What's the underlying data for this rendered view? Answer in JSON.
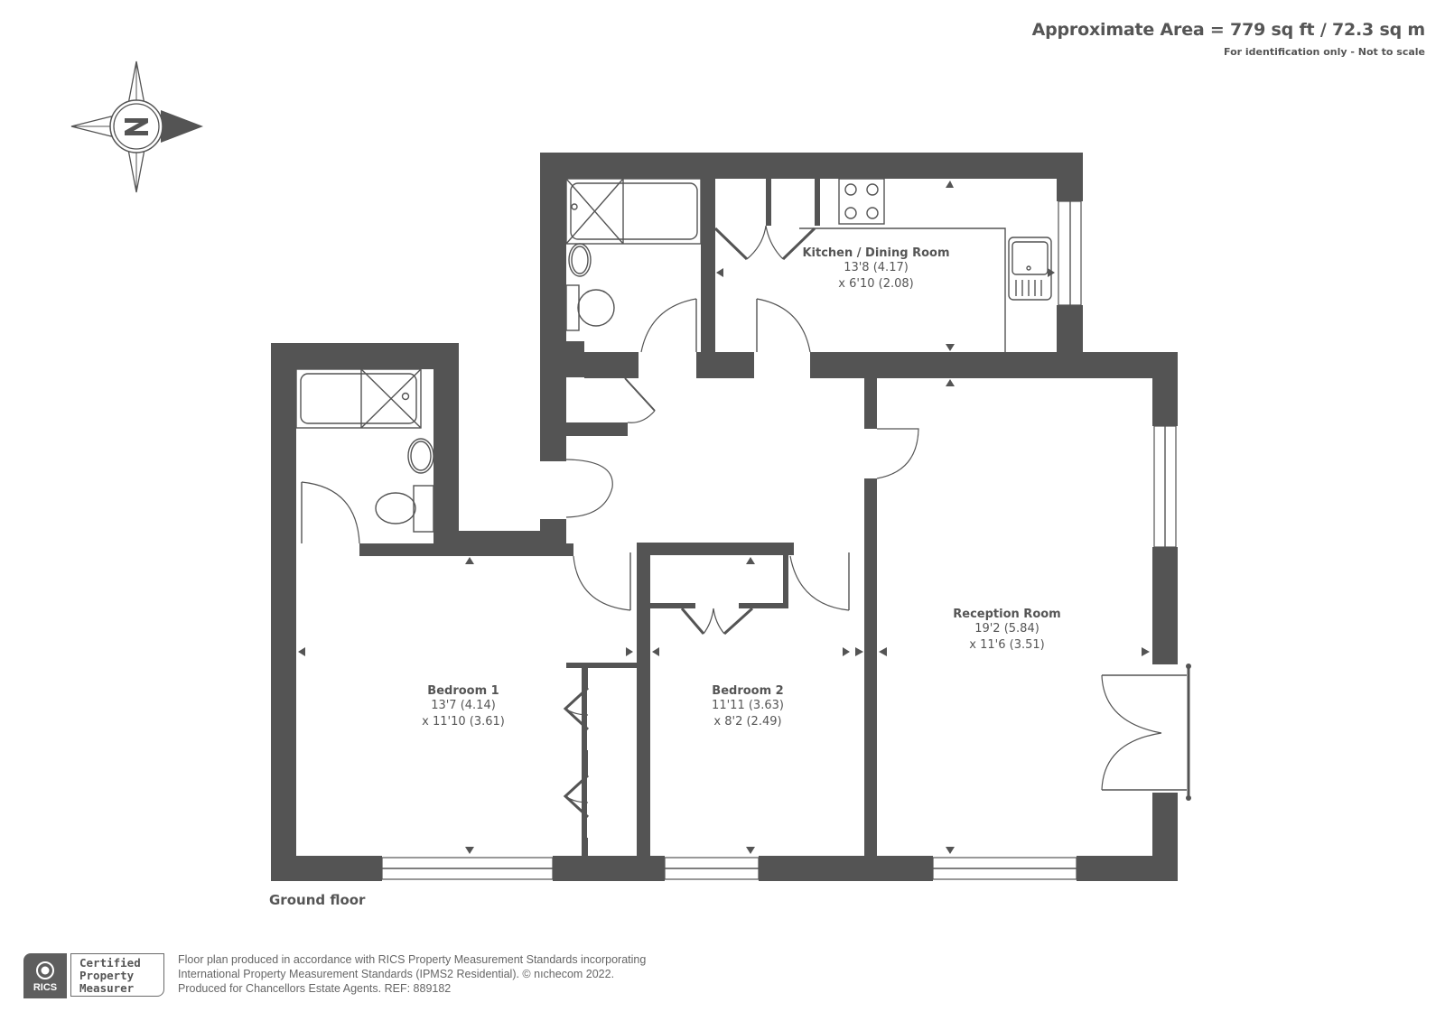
{
  "header": {
    "area": "Approximate Area = 779 sq ft / 72.3 sq m",
    "note": "For identification only - Not to scale"
  },
  "compass": {
    "letter": "N",
    "icon": "compass-rose-icon",
    "pointer_direction": "east"
  },
  "rooms": [
    {
      "name": "Kitchen / Dining Room",
      "dim1": "13'8 (4.17)",
      "dim2": "x 6'10 (2.08)"
    },
    {
      "name": "Bedroom 1",
      "dim1": "13'7 (4.14)",
      "dim2": "x 11'10 (3.61)"
    },
    {
      "name": "Bedroom 2",
      "dim1": "11'11 (3.63)",
      "dim2": "x 8'2 (2.49)"
    },
    {
      "name": "Reception Room",
      "dim1": "19'2 (5.84)",
      "dim2": "x 11'6 (3.51)"
    }
  ],
  "floor_label": "Ground floor",
  "badge": {
    "logo_text": "RICS",
    "line1": "Certified",
    "line2": "Property",
    "line3": "Measurer"
  },
  "footer": {
    "line1": "Floor plan produced in accordance with RICS Property Measurement Standards incorporating",
    "line2": "International Property Measurement Standards (IPMS2 Residential).   © nıchecom 2022.",
    "line3": "Produced for Chancellors Estate Agents.   REF: 889182"
  },
  "colors": {
    "wall": "#545454",
    "text": "#555555",
    "background": "#ffffff"
  }
}
